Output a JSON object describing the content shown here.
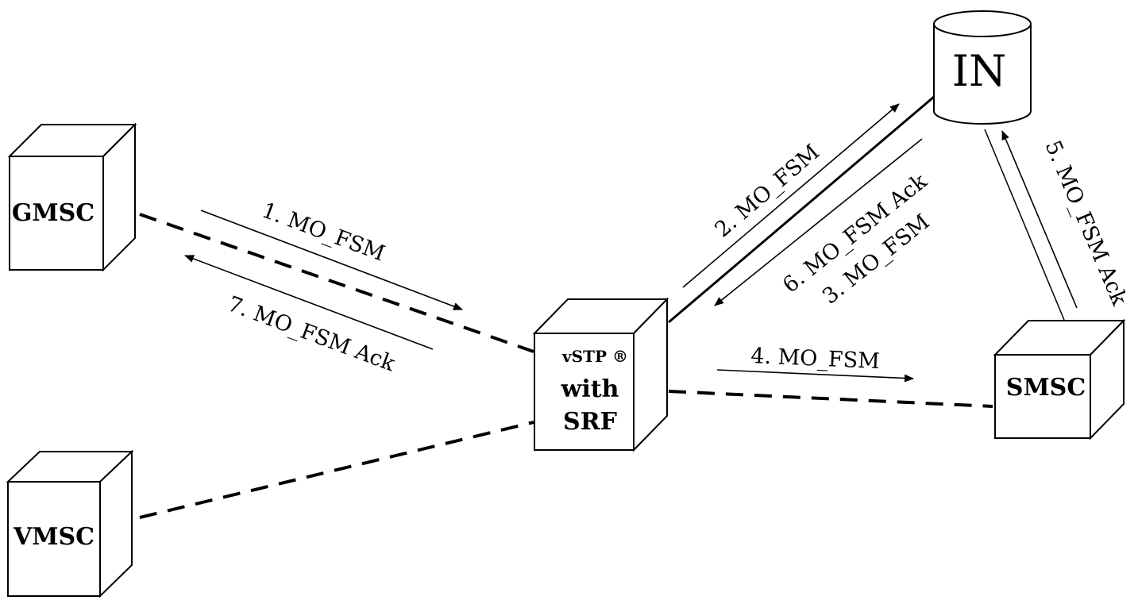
{
  "nodes": {
    "gmsc": "GMSC",
    "vmsc": "VMSC",
    "stp_line1": "vSTP ®",
    "stp_line2": "with",
    "stp_line3": "SRF",
    "smsc": "SMSC",
    "in": "IN"
  },
  "messages": {
    "m1": "1. MO_FSM",
    "m2": "2. MO_FSM",
    "m3": "3. MO_FSM",
    "m4": "4. MO_FSM",
    "m5": "5. MO_FSM Ack",
    "m6": "6. MO_FSM Ack",
    "m7": "7. MO_FSM Ack"
  }
}
